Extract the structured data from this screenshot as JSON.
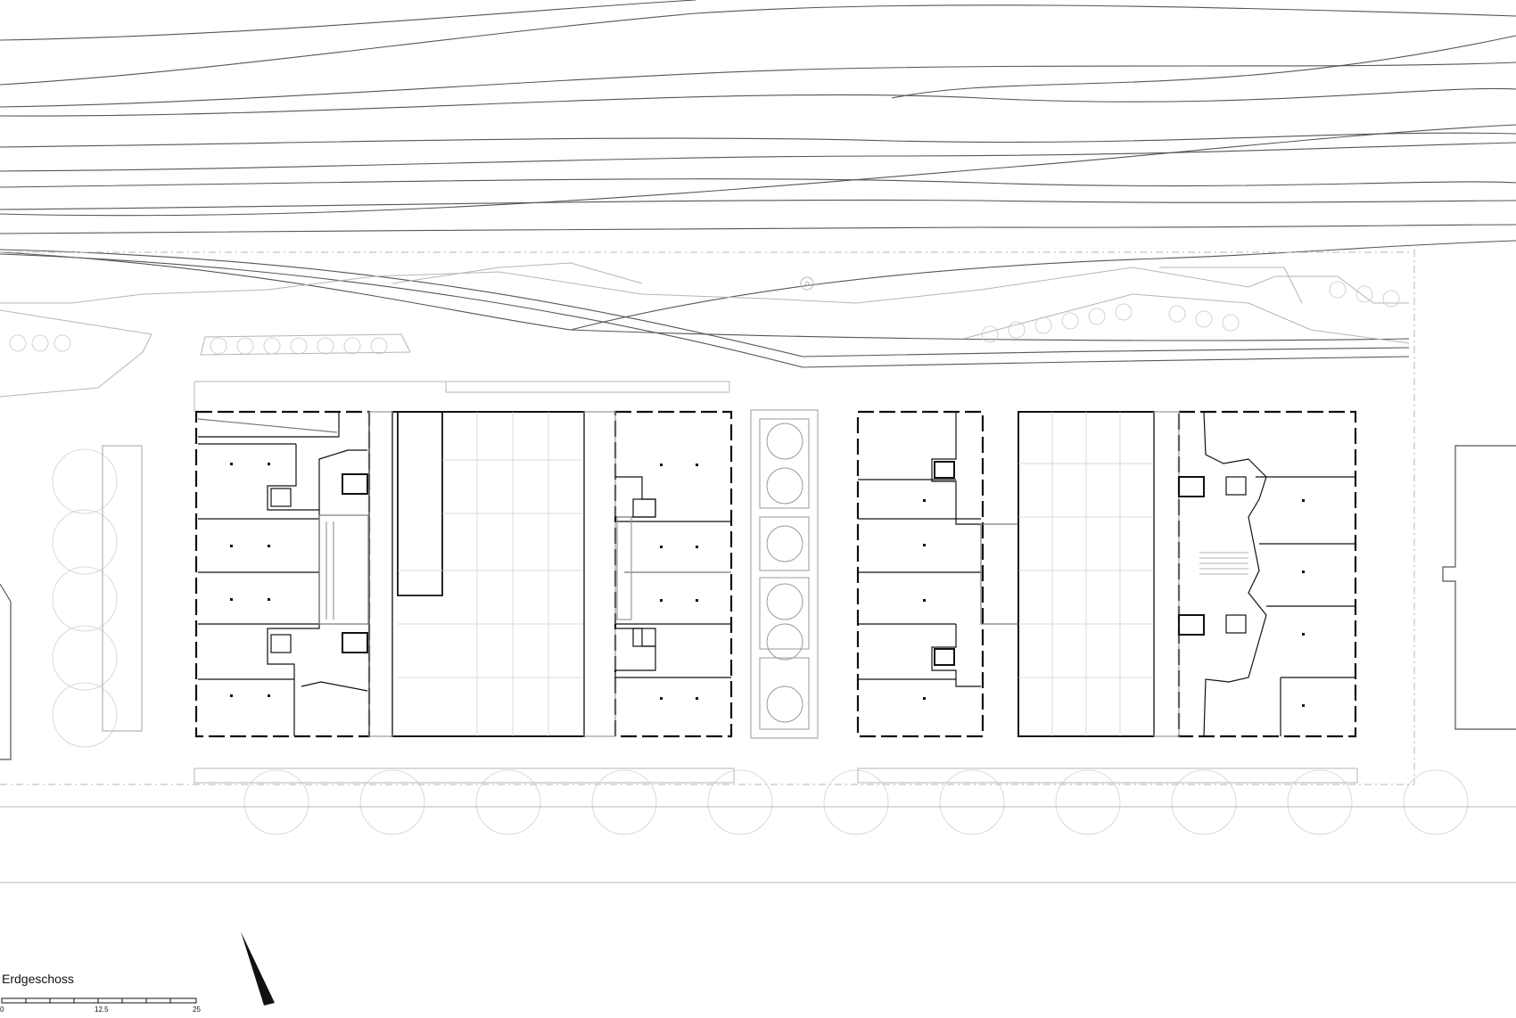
{
  "drawing": {
    "title": "Erdgeschoss",
    "scale_bar": {
      "ticks": [
        "0",
        "12.5",
        "25"
      ]
    },
    "north_arrow": "north-arrow",
    "colors": {
      "lines": "#555555",
      "walls": "#111111",
      "faint": "#b5b5b5"
    }
  }
}
